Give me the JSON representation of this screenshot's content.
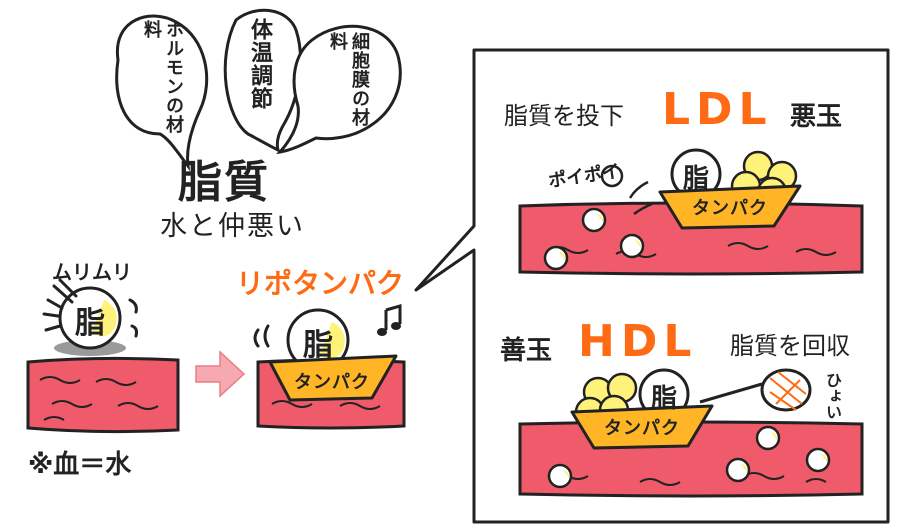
{
  "clouds": [
    {
      "text": "ホルモンの材料"
    },
    {
      "text": "体温調節"
    },
    {
      "text": "細胞膜の材料"
    }
  ],
  "main": {
    "title": "脂質",
    "subtitle": "水と仲悪い"
  },
  "left_scene": {
    "sound_text": "ムリムリ",
    "fat_label": "脂",
    "note": "※血＝水"
  },
  "middle_scene": {
    "title": "リポタンパク",
    "fat_label": "脂",
    "protein_label": "タンパク"
  },
  "ldl_panel": {
    "caption": "脂質を投下",
    "title": "LDL",
    "role": "悪玉",
    "sound_text": "ポイポイ",
    "fat_label": "脂",
    "protein_label": "タンパク"
  },
  "hdl_panel": {
    "role": "善玉",
    "title": "HDL",
    "caption": "脂質を回収",
    "fat_label": "脂",
    "protein_label": "タンパク",
    "sound_text": "ひょい"
  },
  "colors": {
    "blood": "#ef5b6a",
    "orange": "#ff6a14",
    "protein_boat": "#ffb526",
    "fat_glow": "#fff27a",
    "arrow": "#f7a9b0"
  }
}
